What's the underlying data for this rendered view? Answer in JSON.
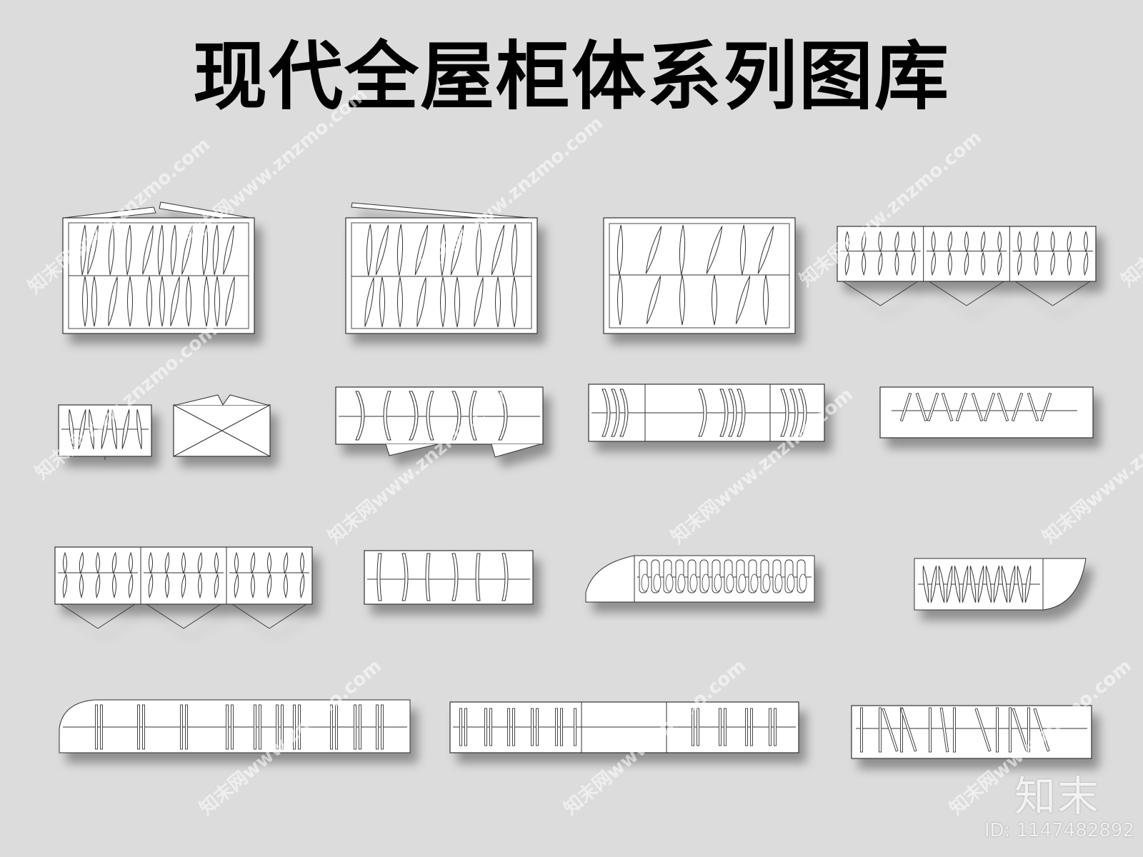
{
  "title": "现代全屋柜体系列图库",
  "watermark_text": "知末网www.znzmo.com",
  "brand": "知末",
  "image_id": "ID: 1147482892",
  "colors": {
    "background": "#dcdcdc",
    "line": "#333333",
    "fill": "#ffffff"
  },
  "cabinet_icons": [
    "wardrobe-hanging-icon",
    "wardrobe-hanging-icon",
    "wardrobe-hanging-icon",
    "wardrobe-three-bay-icon",
    "cabinet-small-icon",
    "cabinet-empty-icon",
    "cabinet-curved-hanger-icon",
    "cabinet-curved-hanger-icon",
    "cabinet-slanted-hanger-icon",
    "wardrobe-three-bay-icon",
    "cabinet-curved-hanger-icon",
    "cabinet-rounded-left-icon",
    "cabinet-rounded-right-icon",
    "cabinet-long-rounded-icon",
    "cabinet-long-icon",
    "cabinet-slanted-hanger-icon"
  ]
}
